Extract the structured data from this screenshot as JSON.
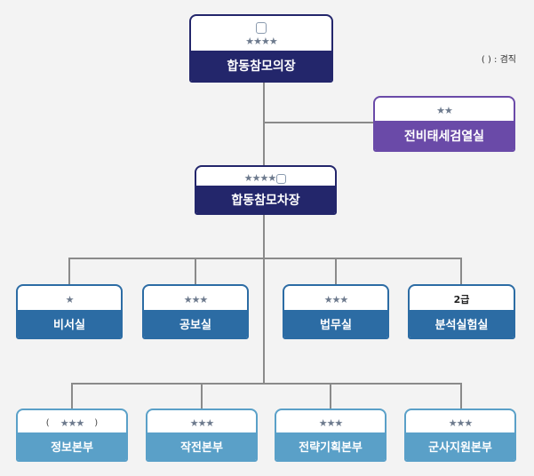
{
  "note": "( ) : 겸직",
  "chairman": {
    "label": "합동참모의장",
    "rank": "★★★★"
  },
  "strategy": {
    "label": "전비태세검열실",
    "rank": "★★"
  },
  "vice": {
    "label": "합동참모차장",
    "rank": "★★★★"
  },
  "offices": [
    {
      "label": "비서실",
      "rank": "★"
    },
    {
      "label": "공보실",
      "rank": "★★★"
    },
    {
      "label": "법무실",
      "rank": "★★★"
    },
    {
      "label": "분석실험실",
      "rank": "2급"
    }
  ],
  "divisions": [
    {
      "label": "정보본부",
      "rank": "★★★",
      "paren_open": "(",
      "paren_close": ")"
    },
    {
      "label": "작전본부",
      "rank": "★★★"
    },
    {
      "label": "전략기획본부",
      "rank": "★★★"
    },
    {
      "label": "군사지원본부",
      "rank": "★★★"
    }
  ],
  "colors": {
    "chairman_bar": "#23266b",
    "strategy_bar": "#6a4aa8",
    "office_bar": "#2c6ca4",
    "division_bar": "#5aa0c8",
    "connector": "#8a8a8a"
  }
}
